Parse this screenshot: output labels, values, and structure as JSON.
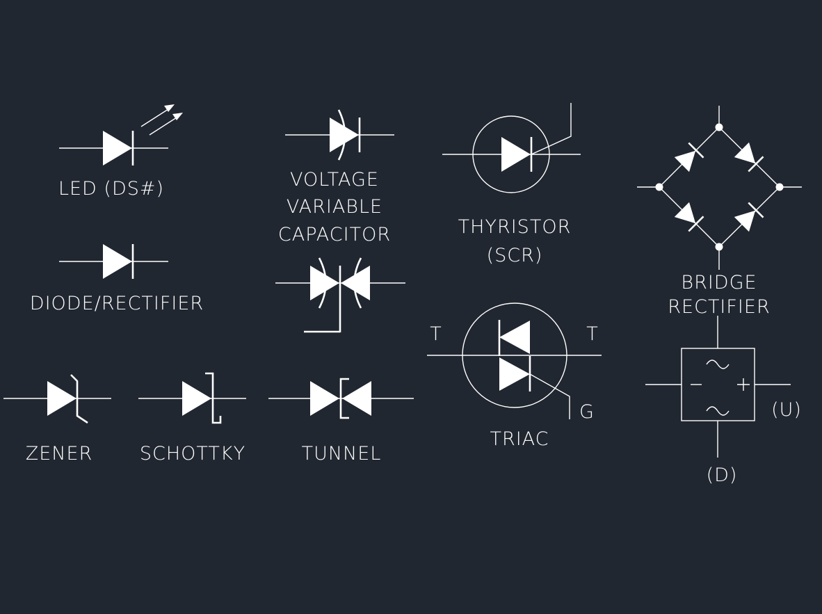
{
  "colors": {
    "background": "#212730",
    "stroke": "#ffffff"
  },
  "labels": {
    "led": "LED (DS#)",
    "diode": "DIODE/RECTIFIER",
    "varactor_1": "VOLTAGE",
    "varactor_2": "VARIABLE",
    "varactor_3": "CAPACITOR",
    "thyristor_1": "THYRISTOR",
    "thyristor_2": "(SCR)",
    "bridge_1": "BRIDGE",
    "bridge_2": "RECTIFIER",
    "zener": "ZENER",
    "schottky": "SCHOTTKY",
    "tunnel": "TUNNEL",
    "triac": "TRIAC",
    "triac_t_left": "T",
    "triac_t_right": "T",
    "triac_g": "G",
    "bridge_u": "(U)",
    "bridge_d": "(D)",
    "bridge_minus": "−",
    "bridge_plus": "+",
    "bridge_ac_top": "∼",
    "bridge_ac_bottom": "∼"
  }
}
